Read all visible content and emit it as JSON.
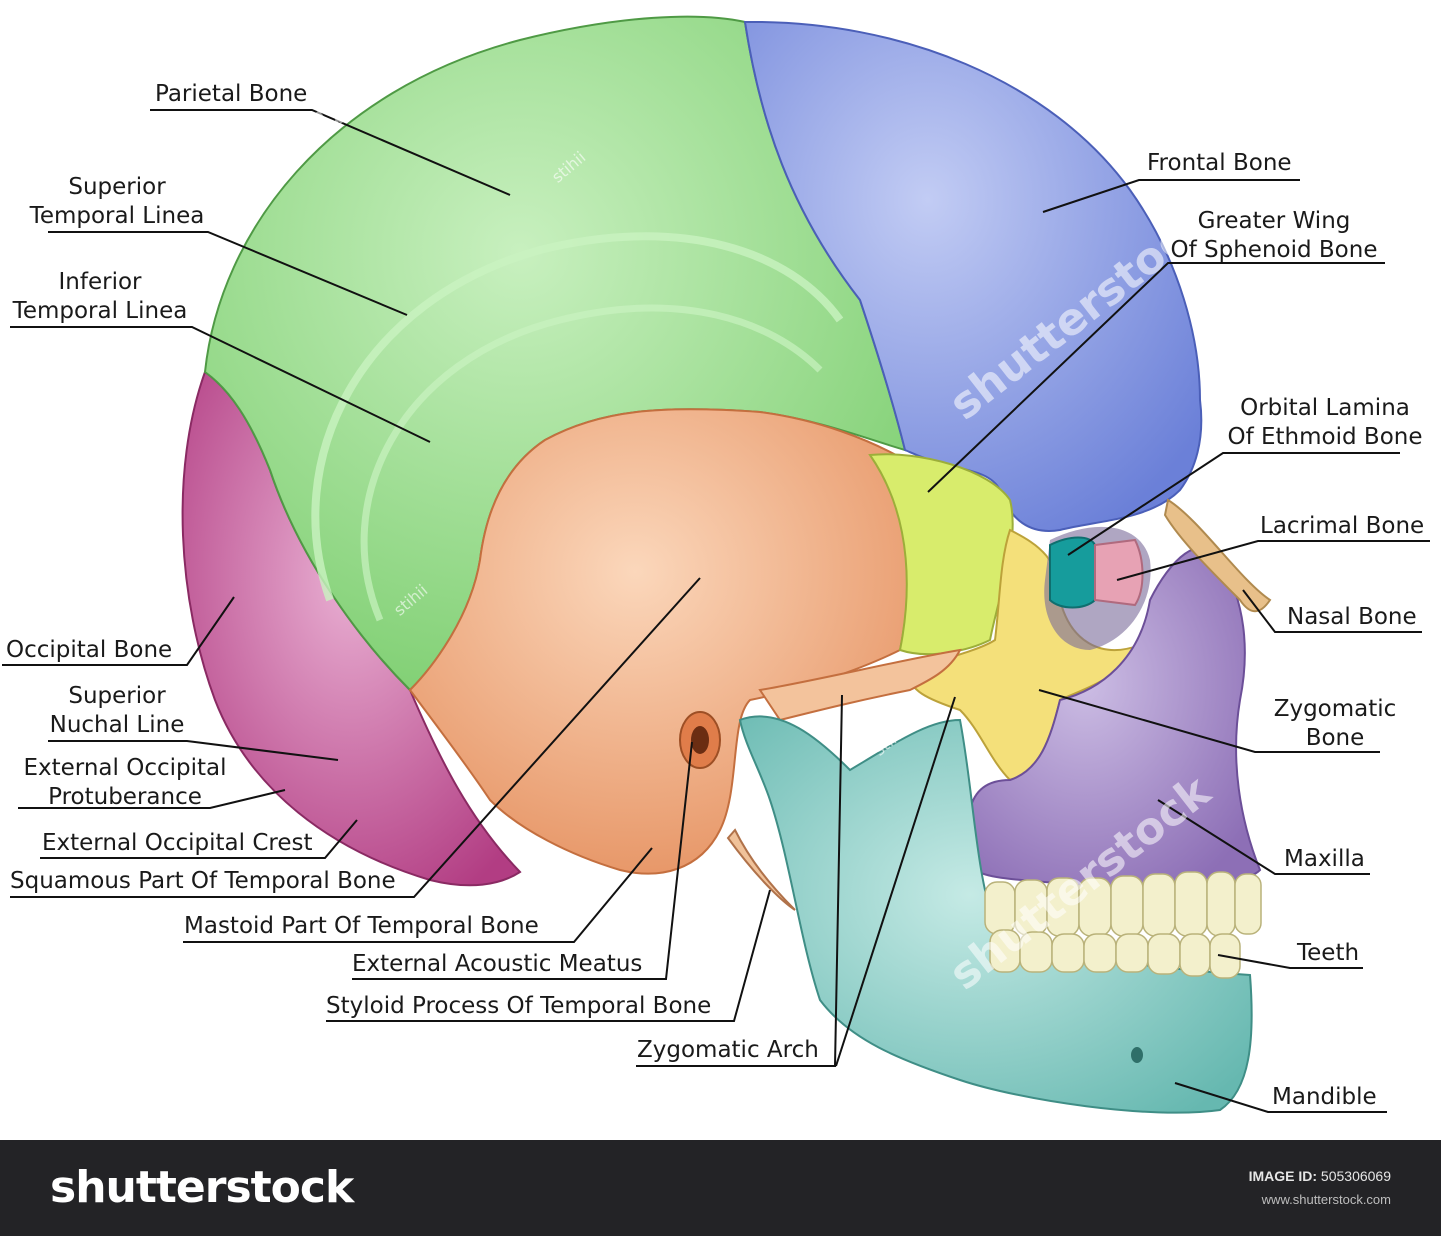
{
  "labels": {
    "parietal_bone": "Parietal Bone",
    "superior_temporal_linea": [
      "Superior",
      "Temporal Linea"
    ],
    "inferior_temporal_linea": [
      "Inferior",
      "Temporal Linea"
    ],
    "occipital_bone": "Occipital Bone",
    "superior_nuchal_line": [
      "Superior",
      "Nuchal Line"
    ],
    "external_occipital_protuberance": [
      "External Occipital",
      "Protuberance"
    ],
    "external_occipital_crest": "External Occipital Crest",
    "squamous_part": "Squamous Part Of Temporal Bone",
    "mastoid_part": "Mastoid Part Of Temporal Bone",
    "external_acoustic_meatus": "External Acoustic Meatus",
    "styloid_process": "Styloid Process Of Temporal Bone",
    "zygomatic_arch": "Zygomatic Arch",
    "frontal_bone": "Frontal Bone",
    "greater_wing_sphenoid": [
      "Greater Wing",
      "Of Sphenoid Bone"
    ],
    "orbital_lamina_ethmoid": [
      "Orbital Lamina",
      "Of Ethmoid Bone"
    ],
    "lacrimal_bone": "Lacrimal Bone",
    "nasal_bone": "Nasal Bone",
    "zygomatic_bone": [
      "Zygomatic",
      "Bone"
    ],
    "maxilla": "Maxilla",
    "teeth": "Teeth",
    "mandible": "Mandible"
  },
  "watermarks": {
    "main": "shutterstock",
    "artist": "stihii"
  },
  "footer": {
    "brand": "shutterstock",
    "image_id_label": "IMAGE ID:",
    "image_id": "505306069",
    "site": "www.shutterstock.com"
  },
  "colors": {
    "parietal": "#a6e39c",
    "frontal": "#97a8ea",
    "occipital": "#cc5a9c",
    "temporal": "#f6b688",
    "sphenoid": "#d8ec6c",
    "zygomatic": "#f4e07a",
    "maxilla": "#a98fcb",
    "mandible": "#8fd0c9",
    "ethmoid": "#169c9c",
    "lacrimal": "#e7a2b4",
    "nasal": "#e8c08a",
    "teeth": "#f3f0cc",
    "footer_bg": "#232326"
  }
}
